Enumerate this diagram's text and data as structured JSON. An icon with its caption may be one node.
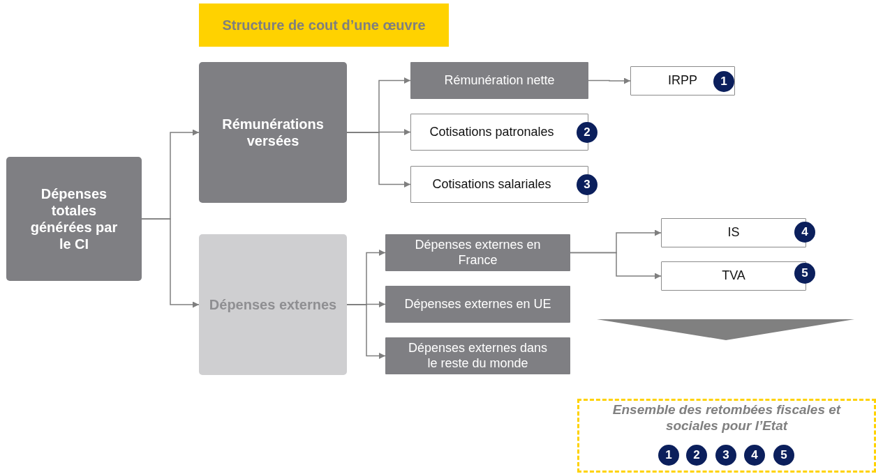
{
  "diagram": {
    "nodes": [
      {
        "text": [
          "Structure de cout d’une œuvre"
        ]
      },
      {
        "text": [
          "Dépenses totales générées par le CI"
        ]
      },
      {
        "text": [
          "Rémunérations versées"
        ]
      },
      {
        "text": [
          "Rémunération nette"
        ]
      },
      {
        "text": [
          "IRPP"
        ]
      },
      {
        "text": [
          "1"
        ],
        "in": 4
      },
      {
        "text": [
          "Cotisations patronales"
        ]
      },
      {
        "text": [
          "2"
        ]
      },
      {
        "text": [
          "Cotisations salariales"
        ]
      },
      {
        "text": [
          "3"
        ]
      },
      {
        "text": [
          "Dépenses externes"
        ]
      },
      {
        "text": [
          "Dépenses externes en France"
        ]
      },
      {
        "text": [
          "IS"
        ]
      },
      {
        "text": [
          "4"
        ]
      },
      {
        "text": [
          "TVA"
        ]
      },
      {
        "text": [
          "5"
        ]
      },
      {
        "text": [
          "Dépenses externes en UE"
        ]
      },
      {
        "text": [
          "Dépenses externes dans le reste du monde"
        ]
      },
      {
        "text": [
          "Ensemble des retombées fiscales et sociales pour l’Etat"
        ]
      },
      {
        "text": [
          "1"
        ],
        "in": 18
      },
      {
        "text": [
          "2"
        ],
        "in": 18
      },
      {
        "text": [
          "3"
        ],
        "in": 18
      },
      {
        "text": [
          "4"
        ],
        "in": 18
      },
      {
        "text": [
          "5"
        ],
        "in": 18
      }
    ],
    "edges": [
      {
        "from": 1,
        "to": 2,
        "arrow": "to"
      },
      {
        "from": 1,
        "to": 10,
        "arrow": "to"
      },
      {
        "from": 2,
        "to": 3,
        "arrow": "to"
      },
      {
        "from": 2,
        "to": 6,
        "arrow": "to"
      },
      {
        "from": 2,
        "to": 8,
        "arrow": "to"
      },
      {
        "from": 3,
        "to": 4,
        "arrow": "to"
      },
      {
        "from": 10,
        "to": 11,
        "arrow": "to"
      },
      {
        "from": 10,
        "to": 16,
        "arrow": "to"
      },
      {
        "from": 10,
        "to": 17,
        "arrow": "to"
      },
      {
        "from": 11,
        "to": 12,
        "arrow": "to"
      },
      {
        "from": 11,
        "to": 14,
        "arrow": "to"
      }
    ]
  }
}
